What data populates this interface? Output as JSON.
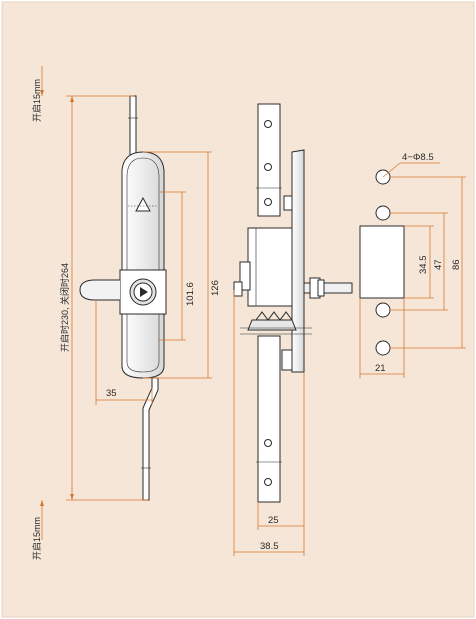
{
  "labels": {
    "top_open_travel": "开启15mm",
    "bottom_open_travel": "开启15mm",
    "total_length": "开启时230, 关闭时264",
    "handle_offset": "35",
    "body_length": "101.6",
    "overall_body": "126",
    "hole_spec": "4−Φ8.5",
    "cutout_height": "34.5",
    "hole_spacing_inner": "47",
    "hole_spacing_outer": "86",
    "cutout_width": "21",
    "side_depth_inner": "25",
    "side_depth_outer": "38.5"
  },
  "colors": {
    "background": "#f5e6d8",
    "outline": "#2b2b2b",
    "dimension": "#d7782f"
  }
}
